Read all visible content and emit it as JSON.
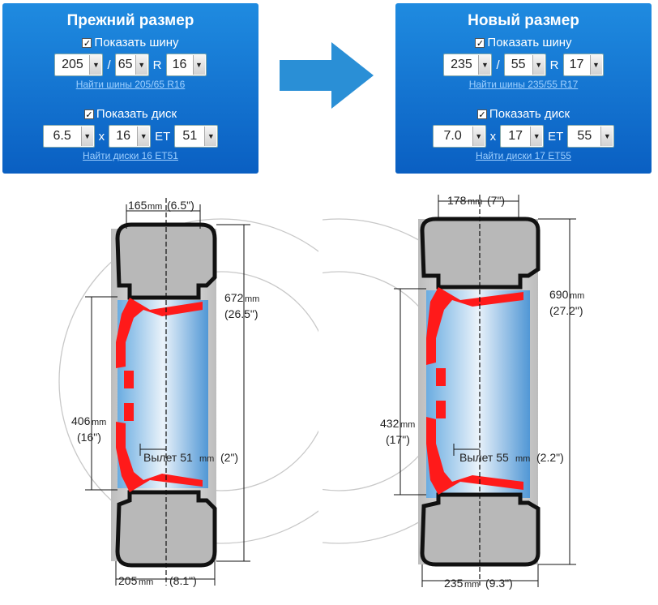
{
  "old": {
    "title": "Прежний размер",
    "show_tire": "Показать шину",
    "tire_width": "205",
    "tire_sep": "/",
    "tire_profile": "65",
    "rim_letter": "R",
    "rim_diameter": "16",
    "find_tires": "Найти шины 205/65 R16",
    "show_disk": "Показать диск",
    "disk_width": "6.5",
    "disk_sep": "x",
    "disk_diameter": "16",
    "et_label": "ET",
    "disk_et": "51",
    "find_disks": "Найти диски 16 ET51",
    "dims": {
      "top_num": "165",
      "top_unit": "mm",
      "top_in": "(6.5\")",
      "height_num": "672",
      "height_unit": "mm",
      "height_in": "(26.5\")",
      "rim_num": "406",
      "rim_unit": "mm",
      "rim_in": "(16\")",
      "offset_text": "Вылет 51",
      "offset_unit": "mm",
      "offset_in": "(2\")",
      "bottom_num": "205",
      "bottom_unit": "mm",
      "bottom_in": "(8.1\")"
    }
  },
  "new": {
    "title": "Новый размер",
    "show_tire": "Показать шину",
    "tire_width": "235",
    "tire_sep": "/",
    "tire_profile": "55",
    "rim_letter": "R",
    "rim_diameter": "17",
    "find_tires": "Найти шины 235/55 R17",
    "show_disk": "Показать диск",
    "disk_width": "7.0",
    "disk_sep": "x",
    "disk_diameter": "17",
    "et_label": "ET",
    "disk_et": "55",
    "find_disks": "Найти диски 17 ET55",
    "dims": {
      "top_num": "178",
      "top_unit": "mm",
      "top_in": "(7\")",
      "height_num": "690",
      "height_unit": "mm",
      "height_in": "(27.2\")",
      "rim_num": "432",
      "rim_unit": "mm",
      "rim_in": "(17\")",
      "offset_text": "Вылет 55",
      "offset_unit": "mm",
      "offset_in": "(2.2\")",
      "bottom_num": "235",
      "bottom_unit": "mm",
      "bottom_in": "(9.3\")"
    }
  },
  "colors": {
    "panel_top": "#1f8be0",
    "panel_bottom": "#0a5fc2",
    "arrow": "#2a8fd6",
    "disk": "#ff1a1a",
    "tire": "#b8b8b8"
  },
  "icons": {
    "arrow": "arrow-right-icon",
    "checkbox": "checkbox-checked-icon"
  }
}
